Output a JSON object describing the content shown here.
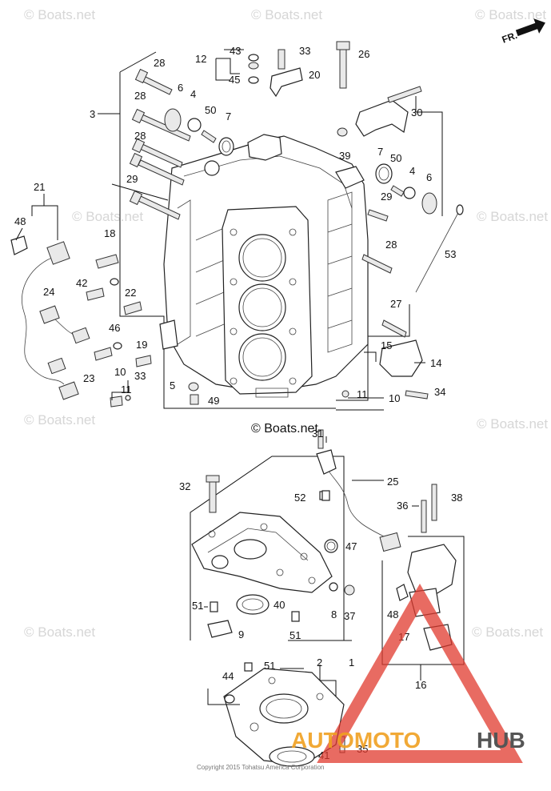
{
  "watermarks": {
    "site": "© Boats.net",
    "direction": "FR.",
    "center_mark": "© Boats.net",
    "copyright": "Copyright 2015 Tohatsu America Corporation"
  },
  "logo": {
    "text_orange": "AUTOMOTO",
    "text_dark": "HUB",
    "triangle_color": "#e03a2e",
    "orange": "#f0a020"
  },
  "callouts": {
    "n1": "1",
    "n2": "2",
    "n3": "3",
    "n4a": "4",
    "n4b": "4",
    "n5": "5",
    "n6a": "6",
    "n6b": "6",
    "n7a": "7",
    "n7b": "7",
    "n8": "8",
    "n9": "9",
    "n10a": "10",
    "n10b": "10",
    "n11a": "11",
    "n11b": "11",
    "n12": "12",
    "n14": "14",
    "n15": "15",
    "n16": "16",
    "n17": "17",
    "n18": "18",
    "n19": "19",
    "n20": "20",
    "n21": "21",
    "n22": "22",
    "n23": "23",
    "n24": "24",
    "n25": "25",
    "n26": "26",
    "n27": "27",
    "n28a": "28",
    "n28b": "28",
    "n28c": "28",
    "n28d": "28",
    "n29a": "29",
    "n29b": "29",
    "n30": "30",
    "n31": "31",
    "n32": "32",
    "n33a": "33",
    "n33b": "33",
    "n34": "34",
    "n35": "35",
    "n36": "36",
    "n37": "37",
    "n38": "38",
    "n39": "39",
    "n40": "40",
    "n41": "41",
    "n42": "42",
    "n43": "43",
    "n44": "44",
    "n45": "45",
    "n46": "46",
    "n47": "47",
    "n48a": "48",
    "n48b": "48",
    "n49": "49",
    "n50a": "50",
    "n50b": "50",
    "n51a": "51",
    "n51b": "51",
    "n51c": "51",
    "n52": "52",
    "n53": "53"
  }
}
